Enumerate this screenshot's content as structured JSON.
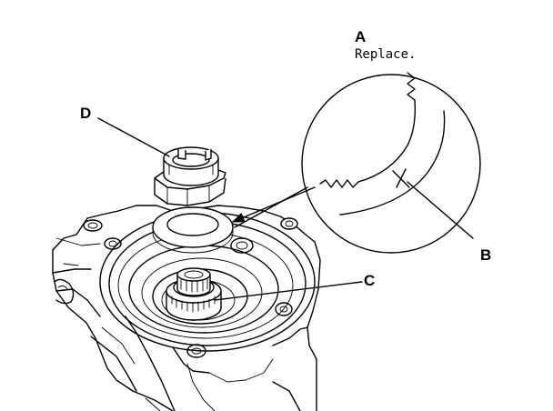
{
  "callouts": {
    "a": {
      "letter": "A",
      "note": "Replace."
    },
    "b": {
      "letter": "B"
    },
    "c": {
      "letter": "C"
    },
    "d": {
      "letter": "D"
    }
  }
}
